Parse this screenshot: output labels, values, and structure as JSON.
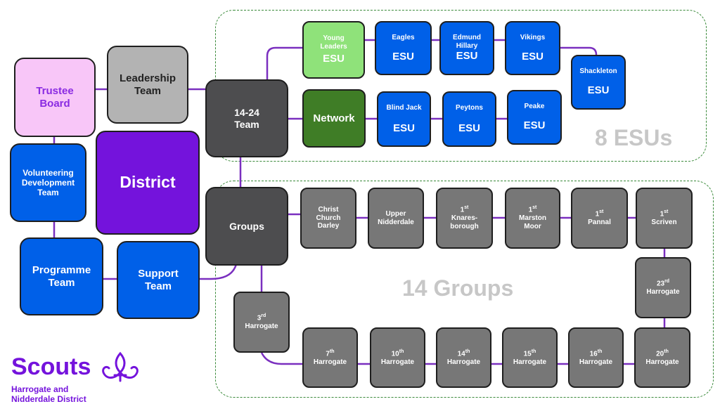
{
  "colors": {
    "purple": "#7413dc",
    "pink": "#f8c6f8",
    "grey_light": "#b3b3b3",
    "grey_dark": "#4d4d4f",
    "grey_mid": "#777777",
    "blue": "#0060e8",
    "green_light": "#8fe27a",
    "green_dark": "#3f7d26",
    "connector": "#7a2fbf"
  },
  "district": {
    "trustee_board": "Trustee Board",
    "leadership_team": "Leadership Team",
    "district": "District",
    "volunteering_team": "Volunteering Development Team",
    "programme_team": "Programme Team",
    "support_team": "Support Team",
    "team_1424": "14-24 Team",
    "groups": "Groups"
  },
  "esus": {
    "region_label": "8 ESUs",
    "esu_tag": "ESU",
    "network": "Network",
    "young_leaders": "Young Leaders",
    "eagles": "Eagles",
    "edmund_hillary": "Edmund Hillary",
    "vikings": "Vikings",
    "shackleton": "Shackleton",
    "blind_jack": "Blind Jack",
    "peytons": "Peytons",
    "peake": "Peake"
  },
  "groups": {
    "region_label": "14 Groups",
    "christ_church": "Christ Church Darley",
    "upper_nidderdale": "Upper Nidderdale",
    "knaresborough": {
      "num": "1",
      "sup": "st",
      "name": "Knares-borough"
    },
    "marston_moor": {
      "num": "1",
      "sup": "st",
      "name": "Marston Moor"
    },
    "pannal": {
      "num": "1",
      "sup": "st",
      "name": "Pannal"
    },
    "scriven": {
      "num": "1",
      "sup": "st",
      "name": "Scriven"
    },
    "harrogate_23": {
      "num": "23",
      "sup": "rd",
      "name": "Harrogate"
    },
    "harrogate_20": {
      "num": "20",
      "sup": "th",
      "name": "Harrogate"
    },
    "harrogate_16": {
      "num": "16",
      "sup": "th",
      "name": "Harrogate"
    },
    "harrogate_15": {
      "num": "15",
      "sup": "th",
      "name": "Harrogate"
    },
    "harrogate_14": {
      "num": "14",
      "sup": "th",
      "name": "Harrogate"
    },
    "harrogate_10": {
      "num": "10",
      "sup": "th",
      "name": "Harrogate"
    },
    "harrogate_7": {
      "num": "7",
      "sup": "th",
      "name": "Harrogate"
    },
    "harrogate_3": {
      "num": "3",
      "sup": "rd",
      "name": "Harrogate"
    }
  },
  "logo": {
    "wordmark": "Scouts",
    "subtitle_line1": "Harrogate and",
    "subtitle_line2": "Nidderdale District",
    "icon": "fleur-de-lis-icon"
  }
}
